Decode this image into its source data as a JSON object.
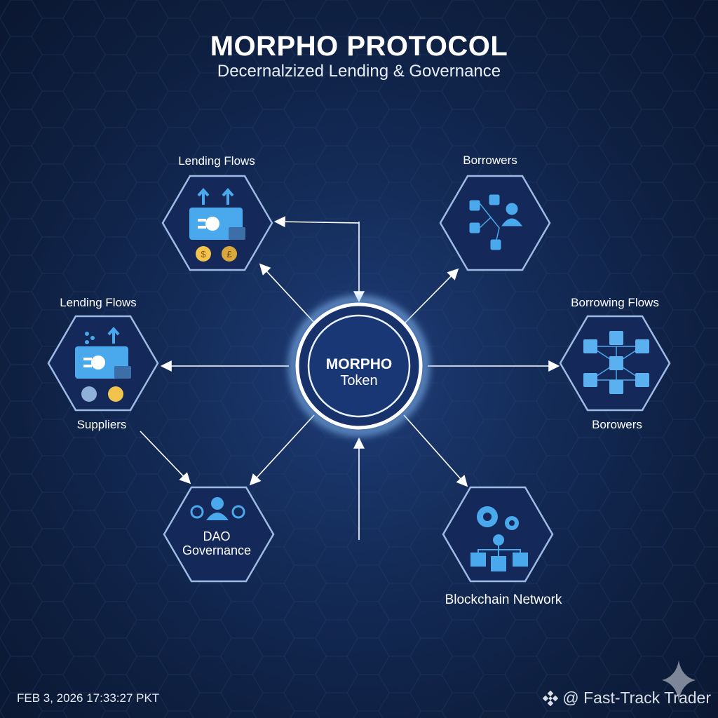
{
  "header": {
    "title": "MORPHO PROTOCOL",
    "subtitle": "Decernalzized Lending & Governance"
  },
  "center": {
    "line1": "MORPHO",
    "line2": "Token"
  },
  "nodes": {
    "lending_top": {
      "label": "Lending Flows"
    },
    "borrowers_top": {
      "label": "Borrowers"
    },
    "left": {
      "top_label": "Lending Flows",
      "bottom_label": "Suppliers"
    },
    "right": {
      "top_label": "Borrowing Flows",
      "bottom_label": "Borowers"
    },
    "dao": {
      "line1": "DAO",
      "line2": "Governance"
    },
    "blockchain": {
      "label": "Blockchain Network"
    }
  },
  "footer": {
    "timestamp": "FEB 3, 2026 17:33:27 PKT",
    "brand": "@ Fast-Track Trader"
  },
  "colors": {
    "accent": "#4aa8ec",
    "hex_border": "#8fb3e0",
    "coin": "#f2c34d"
  }
}
